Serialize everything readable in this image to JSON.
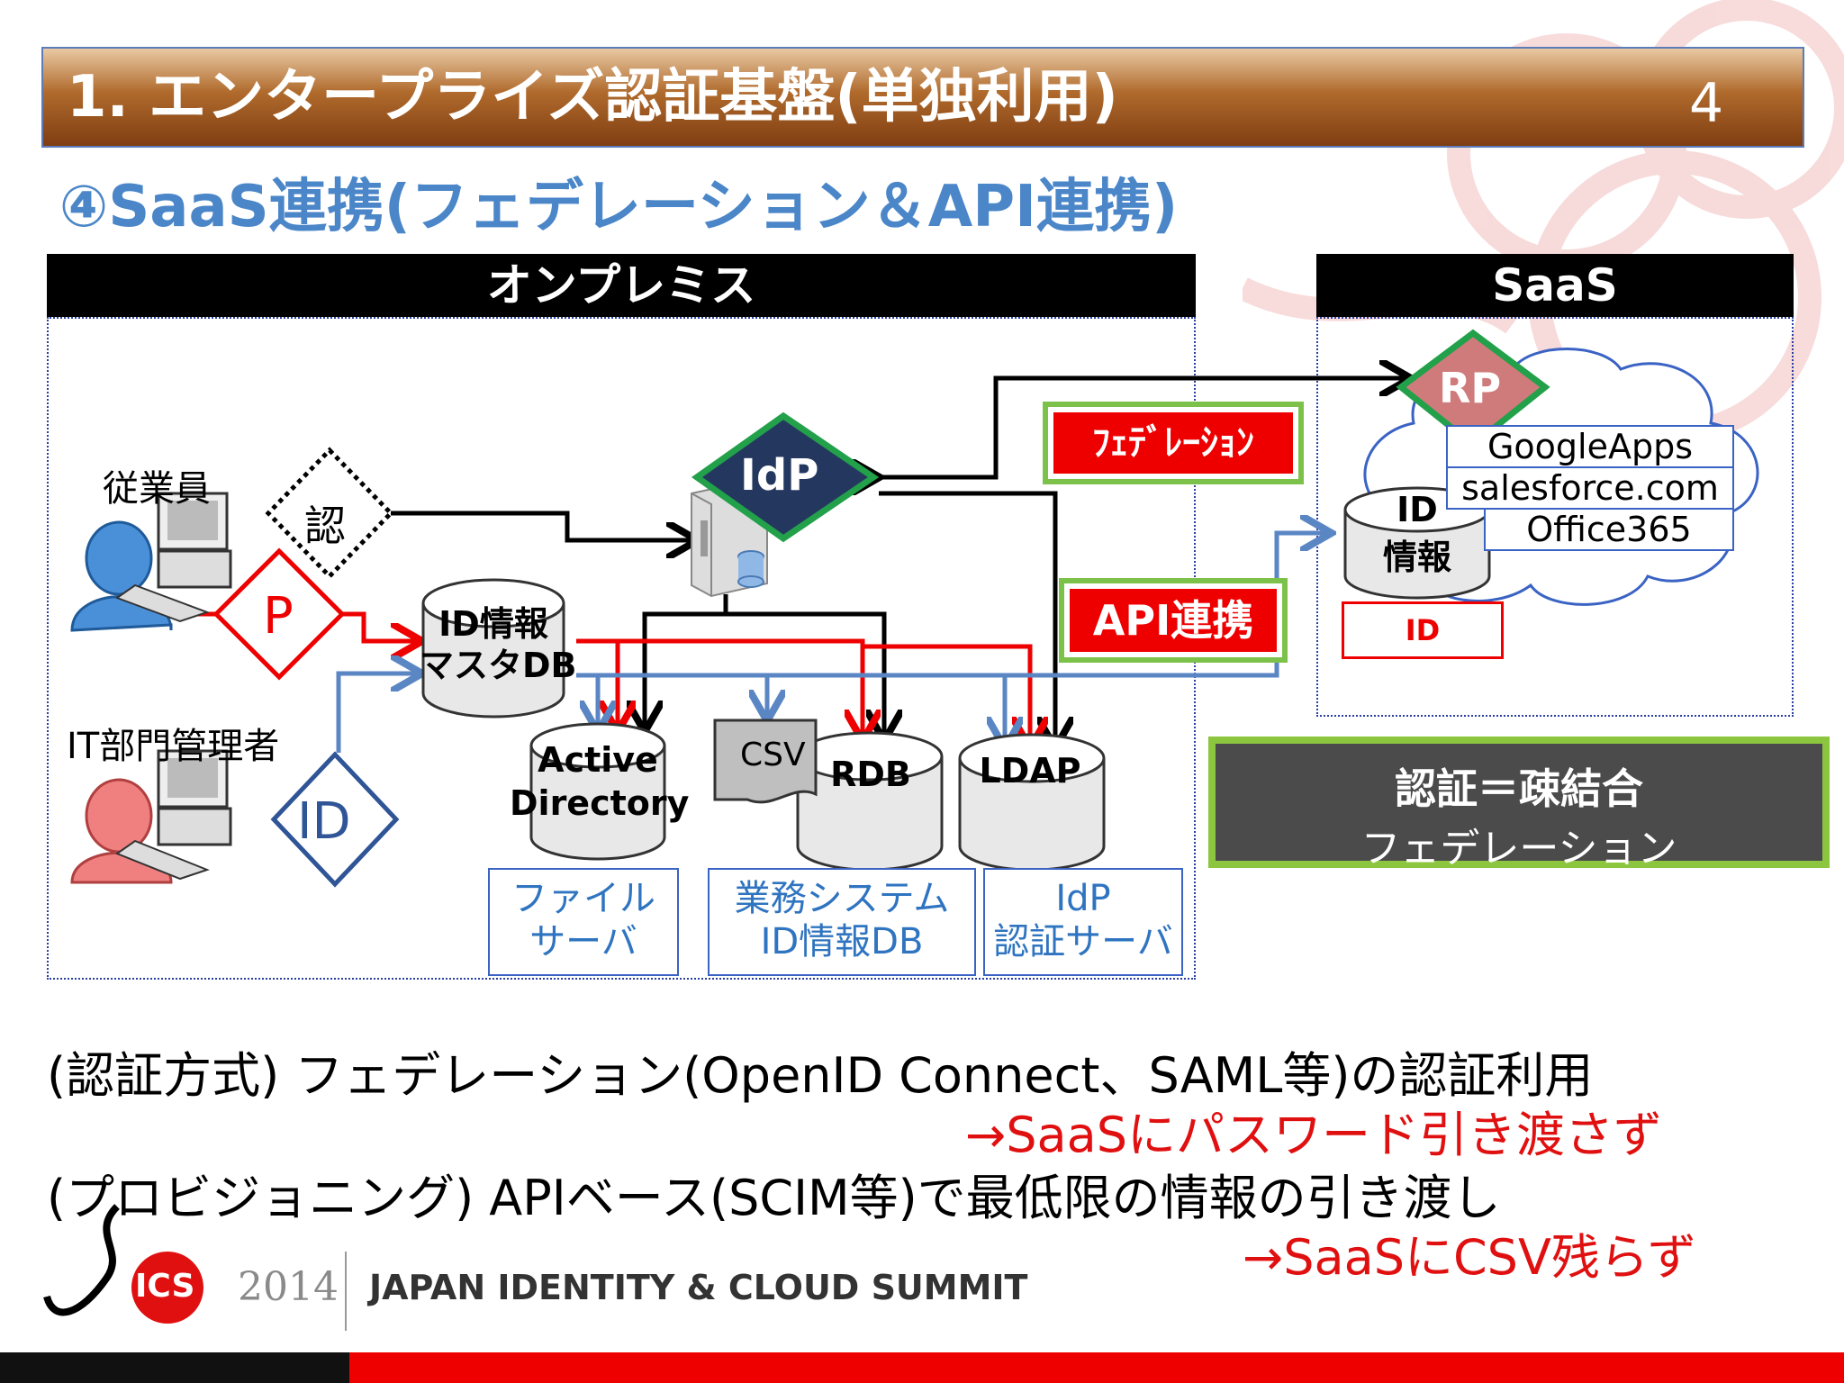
{
  "slide": {
    "title": "1. エンタープライズ認証基盤(単独利用)",
    "page_number": "4",
    "subtitle": "④SaaS連携(フェデレーション＆API連携)"
  },
  "onprem": {
    "header": "オンプレミス",
    "employee_label": "従業員",
    "admin_label": "IT部門管理者",
    "auth_symbol": "認",
    "password_symbol": "P",
    "id_symbol": "ID",
    "idp_label": "IdP",
    "master_db_line1": "ID情報",
    "master_db_line2": "マスタDB",
    "ad_line1": "Active",
    "ad_line2": "Directory",
    "csv_label": "CSV",
    "rdb_label": "RDB",
    "ldap_label": "LDAP",
    "fileserver_line1": "ファイル",
    "fileserver_line2": "サーバ",
    "bizsys_line1": "業務システム",
    "bizsys_line2": "ID情報DB",
    "authserver_line1": "IdP",
    "authserver_line2": "認証サーバ",
    "federation_tag": "ﾌｪﾃﾞﾚｰｼｮﾝ",
    "api_tag": "API連携"
  },
  "saas": {
    "header": "SaaS",
    "rp_label": "RP",
    "services": [
      "GoogleApps",
      "salesforce.com",
      "Office365"
    ],
    "id_db_line1": "ID",
    "id_db_line2": "情報",
    "id_tag": "ID"
  },
  "note": {
    "line1": "認証＝疎結合",
    "line2": "フェデレーション"
  },
  "body": {
    "line1": "(認証方式) フェデレーション(OpenID Connect、SAML等)の認証利用",
    "line2": "→SaaSにパスワード引き渡さず",
    "line3": "(プロビジョニング) APIベース(SCIM等)で最低限の情報の引き渡し",
    "line4": "→SaaSにCSV残らず"
  },
  "footer": {
    "logo_text": "ICS",
    "year": "2014",
    "summit": "JAPAN IDENTITY & CLOUD SUMMIT"
  },
  "colors": {
    "accent_blue": "#4a86c8",
    "red": "#ee0000",
    "green_border": "#7cc24a",
    "idp_navy": "#24385f",
    "rp_rose": "#cf7b7b"
  }
}
